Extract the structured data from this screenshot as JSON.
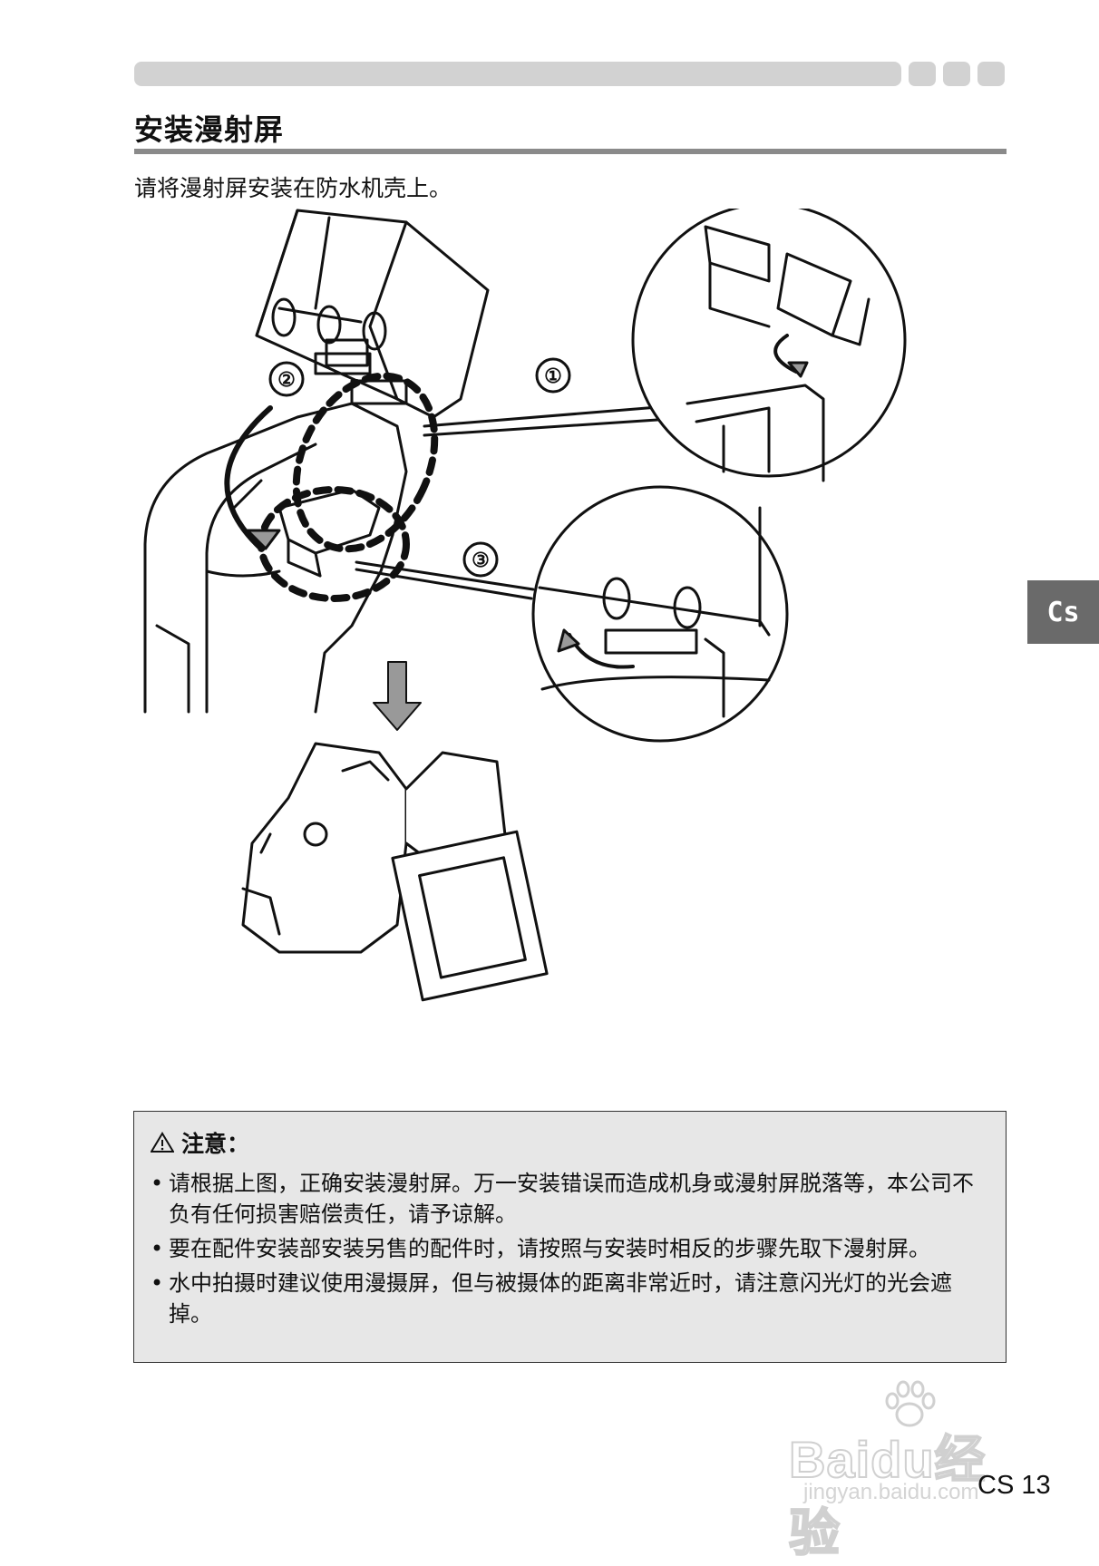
{
  "page": {
    "title": "安装漫射屏",
    "intro": "请将漫射屏安装在防水机壳上。",
    "side_tab": "Cs",
    "page_number": "CS 13"
  },
  "diagram": {
    "step_labels": [
      "①",
      "②",
      "③"
    ]
  },
  "caution": {
    "heading": "注意：",
    "icon": "warning-triangle-icon",
    "items": [
      "请根据上图，正确安装漫射屏。万一安装错误而造成机身或漫射屏脱落等，本公司不负有任何损害赔偿责任，请予谅解。",
      "要在配件安装部安装另售的配件时，请按照与安装时相反的步骤先取下漫射屏。",
      "水中拍摄时建议使用漫摄屏，但与被摄体的距离非常近时，请注意闪光灯的光会遮掉。"
    ]
  },
  "watermark": {
    "logo": "Baidu经验",
    "url": "jingyan.baidu.com"
  }
}
